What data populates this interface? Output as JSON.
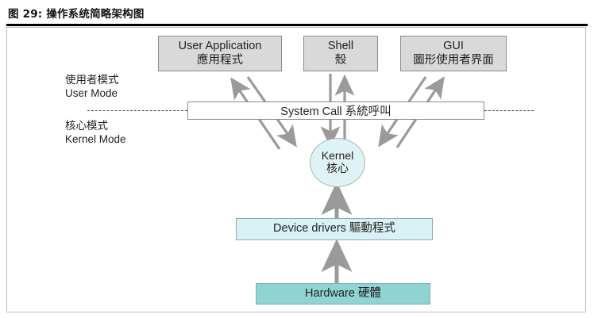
{
  "caption": {
    "text": "图 29: 操作系统简略架构图"
  },
  "diagram": {
    "title": "Operating system simplified architecture",
    "user_layer": {
      "boxes": [
        {
          "name": "user-application",
          "en": "User Application",
          "zh": "應用程式"
        },
        {
          "name": "shell",
          "en": "Shell",
          "zh": "殼"
        },
        {
          "name": "gui",
          "en": "GUI",
          "zh": "圖形使用者界面"
        }
      ]
    },
    "system_call": {
      "label": "System Call 系統呼叫"
    },
    "kernel": {
      "en": "Kernel",
      "zh": "核心"
    },
    "device_drivers": {
      "label": "Device drivers 驅動程式"
    },
    "hardware": {
      "label": "Hardware 硬體"
    },
    "mode_labels": [
      {
        "name": "user-mode",
        "zh": "使用者模式",
        "en": "User Mode"
      },
      {
        "name": "kernel-mode",
        "zh": "核心模式",
        "en": "Kernel Mode"
      }
    ],
    "colors": {
      "gray_box": "#d9d9d9",
      "gray_border": "#8c8c8c",
      "cyan_box": "#d8f1f5",
      "kernel_fill": "#dff2f4",
      "teal_box": "#8fd3d3",
      "arrow": "#9a9a9a",
      "rule": "#000000"
    }
  }
}
